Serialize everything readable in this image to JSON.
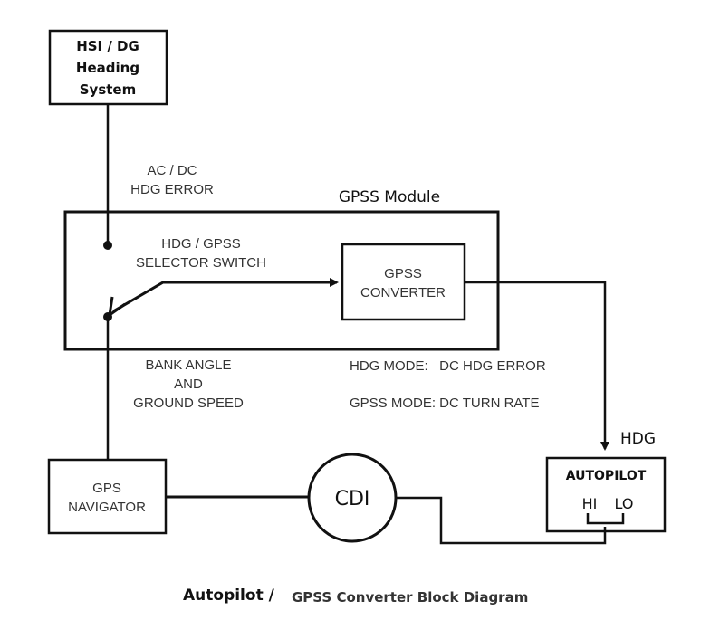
{
  "hsi_box": {
    "line1": "HSI / DG",
    "line2": "Heading",
    "line3": "System"
  },
  "hdg_error_label": {
    "line1": "AC / DC",
    "line2": "HDG ERROR"
  },
  "gpss_module": {
    "title": "GPSS Module"
  },
  "selector_switch": {
    "line1": "HDG / GPSS",
    "line2": "SELECTOR SWITCH"
  },
  "gpss_converter": {
    "line1": "GPSS",
    "line2": "CONVERTER"
  },
  "bank_label": {
    "line1": "BANK ANGLE",
    "line2": "AND",
    "line3": "GROUND SPEED"
  },
  "mode_notes": {
    "hdg_mode": "HDG MODE:   DC HDG ERROR",
    "gpss_mode": "GPSS MODE: DC TURN RATE"
  },
  "hdg_label": "HDG",
  "gps_navigator": {
    "line1": "GPS",
    "line2": "NAVIGATOR"
  },
  "cdi": "CDI",
  "autopilot": {
    "title": "AUTOPILOT",
    "hi": "HI",
    "lo": "LO"
  },
  "caption": {
    "part1": "Autopilot /",
    "part2": "GPSS Converter Block Diagram"
  }
}
